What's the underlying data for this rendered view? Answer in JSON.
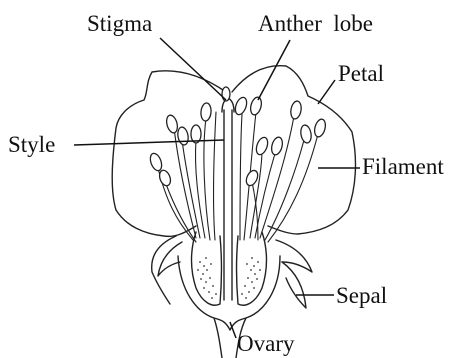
{
  "labels": {
    "stigma": "Stigma",
    "anther_lobe": "Anther  lobe",
    "petal": "Petal",
    "style": "Style",
    "filament": "Filament",
    "sepal": "Sepal",
    "ovary": "Ovary"
  },
  "colors": {
    "line": "#222222",
    "text": "#111111",
    "background": "#ffffff"
  }
}
